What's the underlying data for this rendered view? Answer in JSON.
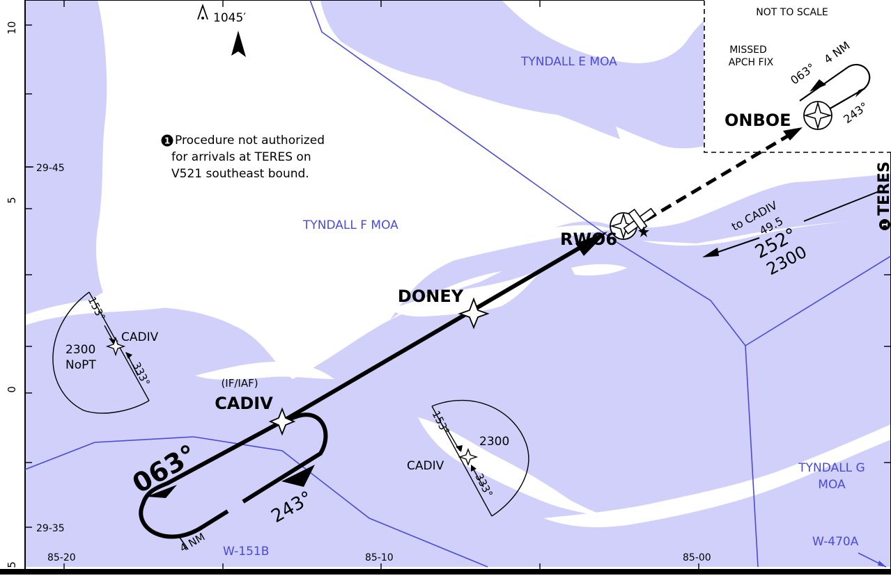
{
  "scale_note": "NOT TO SCALE",
  "missed_approach": {
    "label_line1": "MISSED",
    "label_line2": "APCH FIX",
    "fix_name": "ONBOE",
    "outbound_course": "063°",
    "leg_length": "4 NM",
    "inbound_course": "243°"
  },
  "note": {
    "marker": "1",
    "line1": "Procedure not authorized",
    "line2": "for arrivals at TERES on",
    "line3": "V521 southeast bound."
  },
  "obstacle": {
    "elevation": "1045′"
  },
  "airspace": {
    "tyndall_e": "TYNDALL E MOA",
    "tyndall_f": "TYNDALL F MOA",
    "tyndall_g_line1": "TYNDALL G",
    "tyndall_g_line2": "MOA",
    "w151b": "W-151B",
    "w470a": "W-470A"
  },
  "fixes": {
    "runway": "RWØ6",
    "doney": "DONEY",
    "cadiv_role": "(IF/IAF)",
    "cadiv": "CADIV",
    "teres": "TERES"
  },
  "final_course": "063°",
  "hold": {
    "course_out": "243°",
    "leg": "4 NM"
  },
  "teres_route": {
    "to_text": "to CADIV",
    "distance": "49.5",
    "course": "252°",
    "altitude": "2300"
  },
  "taa_west": {
    "course_in": "153°",
    "course_out": "333°",
    "fix": "CADIV",
    "altitude": "2300",
    "nopt": "NoPT"
  },
  "taa_south": {
    "course_in": "153°",
    "course_out": "333°",
    "fix": "CADIV",
    "altitude": "2300"
  },
  "latitude_labels": {
    "lat1": "29-45",
    "lat2": "29-35"
  },
  "longitude_labels": {
    "lon1": "85-20",
    "lon2": "85-10",
    "lon3": "85-00"
  },
  "edge_ticks": {
    "t10": "10",
    "t5a": "5",
    "t0": "0",
    "t5b": "5"
  }
}
